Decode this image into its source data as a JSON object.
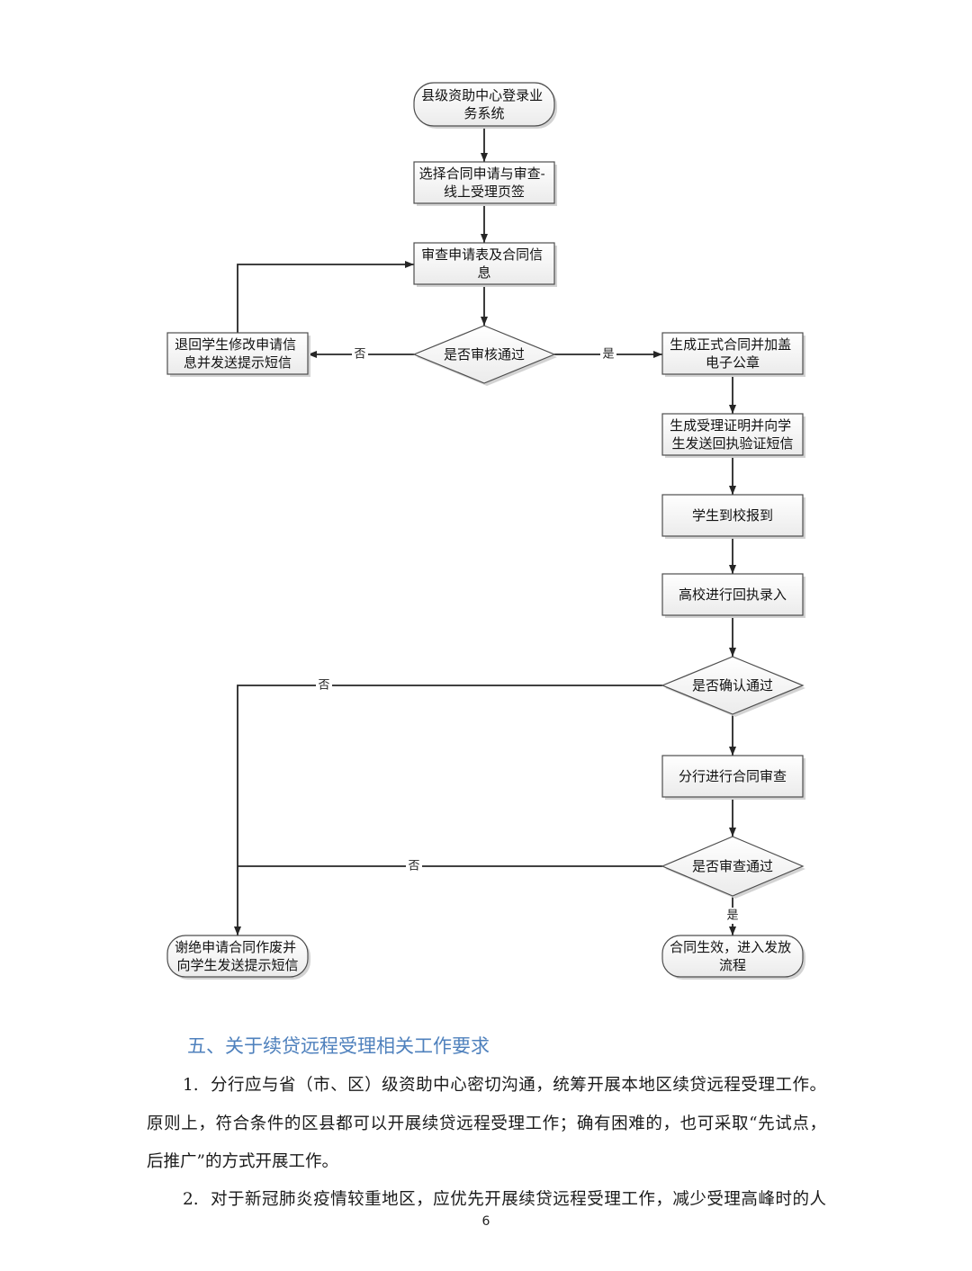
{
  "flowchart": {
    "nodes": {
      "start": {
        "lines": [
          "县级资助中心登录业",
          "务系统"
        ]
      },
      "select_tab": {
        "lines": [
          "选择合同申请与审查-",
          "线上受理页签"
        ]
      },
      "review_form": {
        "lines": [
          "审查申请表及合同信",
          "息"
        ]
      },
      "decision_review": {
        "lines": [
          "是否审核通过"
        ]
      },
      "return_student": {
        "lines": [
          "退回学生修改申请信",
          "息并发送提示短信"
        ]
      },
      "generate_contract": {
        "lines": [
          "生成正式合同并加盖",
          "电子公章"
        ]
      },
      "generate_receipt": {
        "lines": [
          "生成受理证明并向学",
          "生发送回执验证短信"
        ]
      },
      "student_report": {
        "lines": [
          "学生到校报到"
        ]
      },
      "school_entry": {
        "lines": [
          "高校进行回执录入"
        ]
      },
      "decision_confirm": {
        "lines": [
          "是否确认通过"
        ]
      },
      "branch_review": {
        "lines": [
          "分行进行合同审查"
        ]
      },
      "decision_audit": {
        "lines": [
          "是否审查通过"
        ]
      },
      "contract_effective": {
        "lines": [
          "合同生效，进入发放",
          "流程"
        ]
      },
      "reject": {
        "lines": [
          "谢绝申请合同作废并",
          "向学生发送提示短信"
        ]
      }
    },
    "edge_labels": {
      "review_no": "否",
      "review_yes": "是",
      "confirm_no": "否",
      "audit_no": "否",
      "audit_yes": "是"
    }
  },
  "document": {
    "section_heading": "五、关于续贷远程受理相关工作要求",
    "paragraphs": [
      {
        "number": "1.",
        "lines": [
          "分行应与省（市、区）级资助中心密切沟通，统筹开展本地区续贷远程受理工作。",
          "原则上，符合条件的区县都可以开展续贷远程受理工作；确有困难的，也可采取“先试点，",
          "后推广”的方式开展工作。"
        ]
      },
      {
        "number": "2.",
        "lines": [
          "对于新冠肺炎疫情较重地区，应优先开展续贷远程受理工作，减少受理高峰时的人"
        ]
      }
    ],
    "page_number": "6"
  },
  "colors": {
    "heading": "#4f81bd",
    "connector": "#262626",
    "node_border": "#4d4d4d"
  }
}
